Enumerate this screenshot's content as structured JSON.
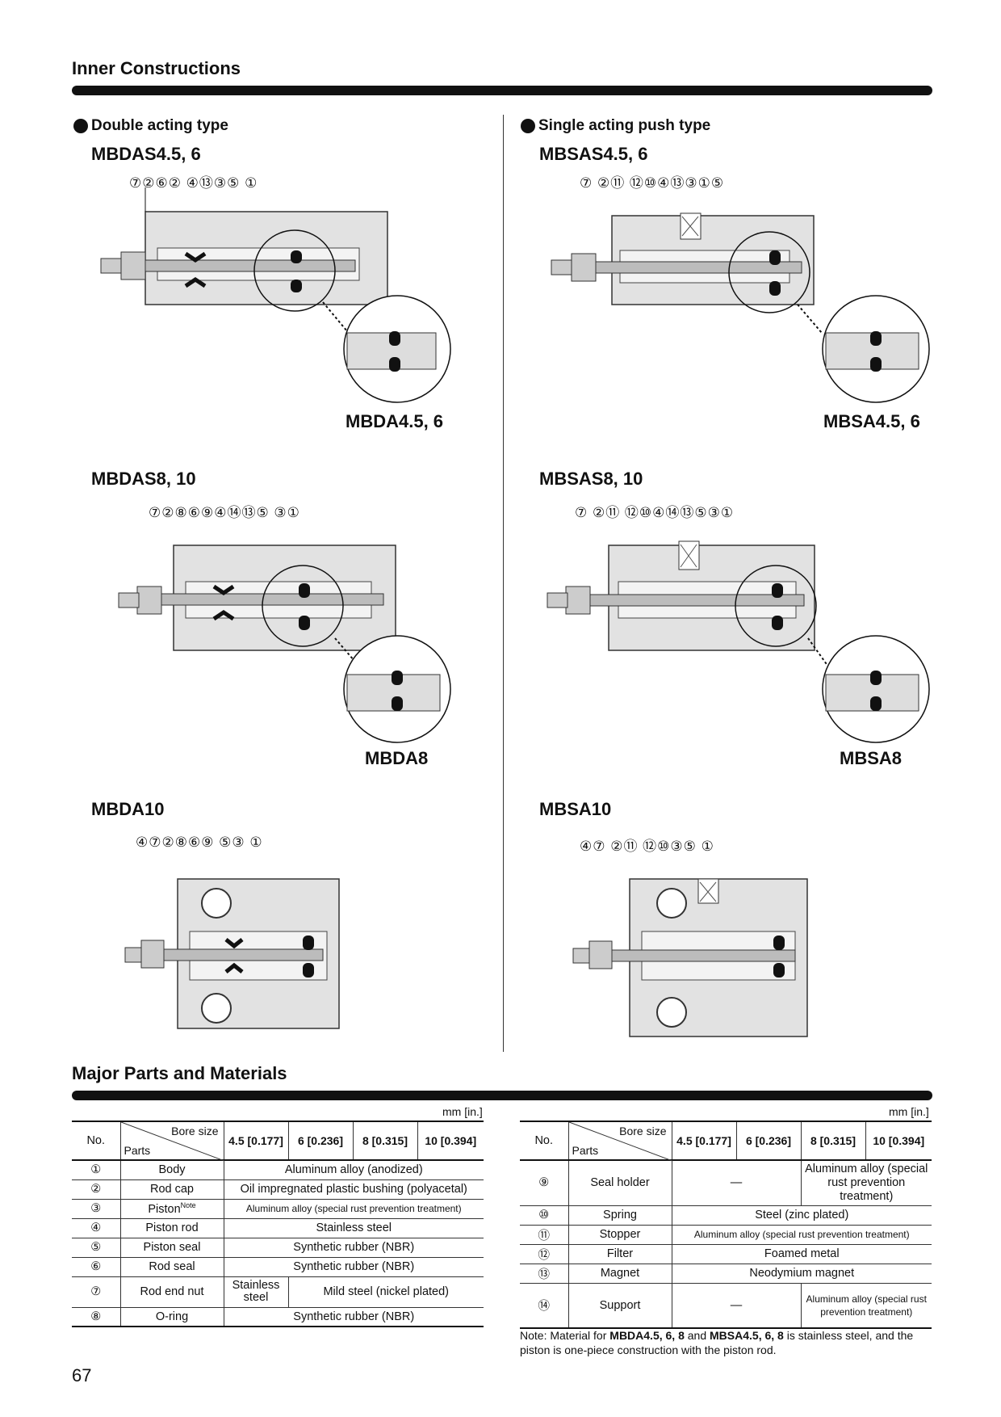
{
  "header": {
    "title": "Inner Constructions"
  },
  "left": {
    "section_title": "Double acting type",
    "diagrams": [
      {
        "model": "MBDAS4.5, 6",
        "callouts": "⑦②⑥②   ④⑬③⑤   ①",
        "detail_model": "MBDA4.5, 6"
      },
      {
        "model": "MBDAS8, 10",
        "callouts": "⑦②⑧⑥⑨④⑭⑬⑤  ③①",
        "detail_model": "MBDA8"
      },
      {
        "model": "MBDA10",
        "callouts": "④⑦②⑧⑥⑨     ⑤③   ①"
      }
    ]
  },
  "right": {
    "section_title": "Single acting push type",
    "diagrams": [
      {
        "model": "MBSAS4.5, 6",
        "callouts": "⑦   ②⑪   ⑫⑩④⑬③①⑤",
        "detail_model": "MBSA4.5, 6"
      },
      {
        "model": "MBSAS8, 10",
        "callouts": "⑦   ②⑪   ⑫⑩④⑭⑬⑤③①",
        "detail_model": "MBSA8"
      },
      {
        "model": "MBSA10",
        "callouts": "④⑦   ②⑪   ⑫⑩③⑤     ①"
      }
    ]
  },
  "parts": {
    "title": "Major Parts and Materials",
    "unit": "mm [in.]",
    "header": {
      "no": "No.",
      "bore_size": "Bore size",
      "parts": "Parts",
      "sizes": [
        "4.5 [0.177]",
        "6 [0.236]",
        "8 [0.315]",
        "10 [0.394]"
      ]
    },
    "left_rows": [
      {
        "no": "①",
        "part": "Body",
        "material": "Aluminum alloy (anodized)"
      },
      {
        "no": "②",
        "part": "Rod cap",
        "material": "Oil impregnated plastic bushing (polyacetal)"
      },
      {
        "no": "③",
        "part": "Piston",
        "part_sup": "Note",
        "material": "Aluminum alloy (special rust prevention treatment)"
      },
      {
        "no": "④",
        "part": "Piston rod",
        "material": "Stainless steel"
      },
      {
        "no": "⑤",
        "part": "Piston seal",
        "material": "Synthetic rubber (NBR)"
      },
      {
        "no": "⑥",
        "part": "Rod seal",
        "material": "Synthetic rubber (NBR)"
      },
      {
        "no": "⑦",
        "part": "Rod end nut",
        "material_a": "Stainless steel",
        "material_b": "Mild steel (nickel plated)"
      },
      {
        "no": "⑧",
        "part": "O-ring",
        "material": "Synthetic rubber (NBR)"
      }
    ],
    "right_rows": [
      {
        "no": "⑨",
        "part": "Seal holder",
        "material_a": "—",
        "material_b": "Aluminum alloy (special rust prevention treatment)"
      },
      {
        "no": "⑩",
        "part": "Spring",
        "material": "Steel (zinc plated)"
      },
      {
        "no": "⑪",
        "part": "Stopper",
        "material": "Aluminum alloy (special rust prevention treatment)"
      },
      {
        "no": "⑫",
        "part": "Filter",
        "material": "Foamed metal"
      },
      {
        "no": "⑬",
        "part": "Magnet",
        "material": "Neodymium magnet"
      },
      {
        "no": "⑭",
        "part": "Support",
        "material_a": "—",
        "material_b": "Aluminum alloy (special rust prevention treatment)"
      }
    ],
    "note": {
      "label": "Note:",
      "text1": "Material for",
      "bold1": "MBDA4.5, 6, 8",
      "text2": "and",
      "bold2": "MBSA4.5, 6, 8",
      "text3": "is stainless steel, and the piston is one-piece construction with the piston rod."
    }
  },
  "page_number": "67"
}
